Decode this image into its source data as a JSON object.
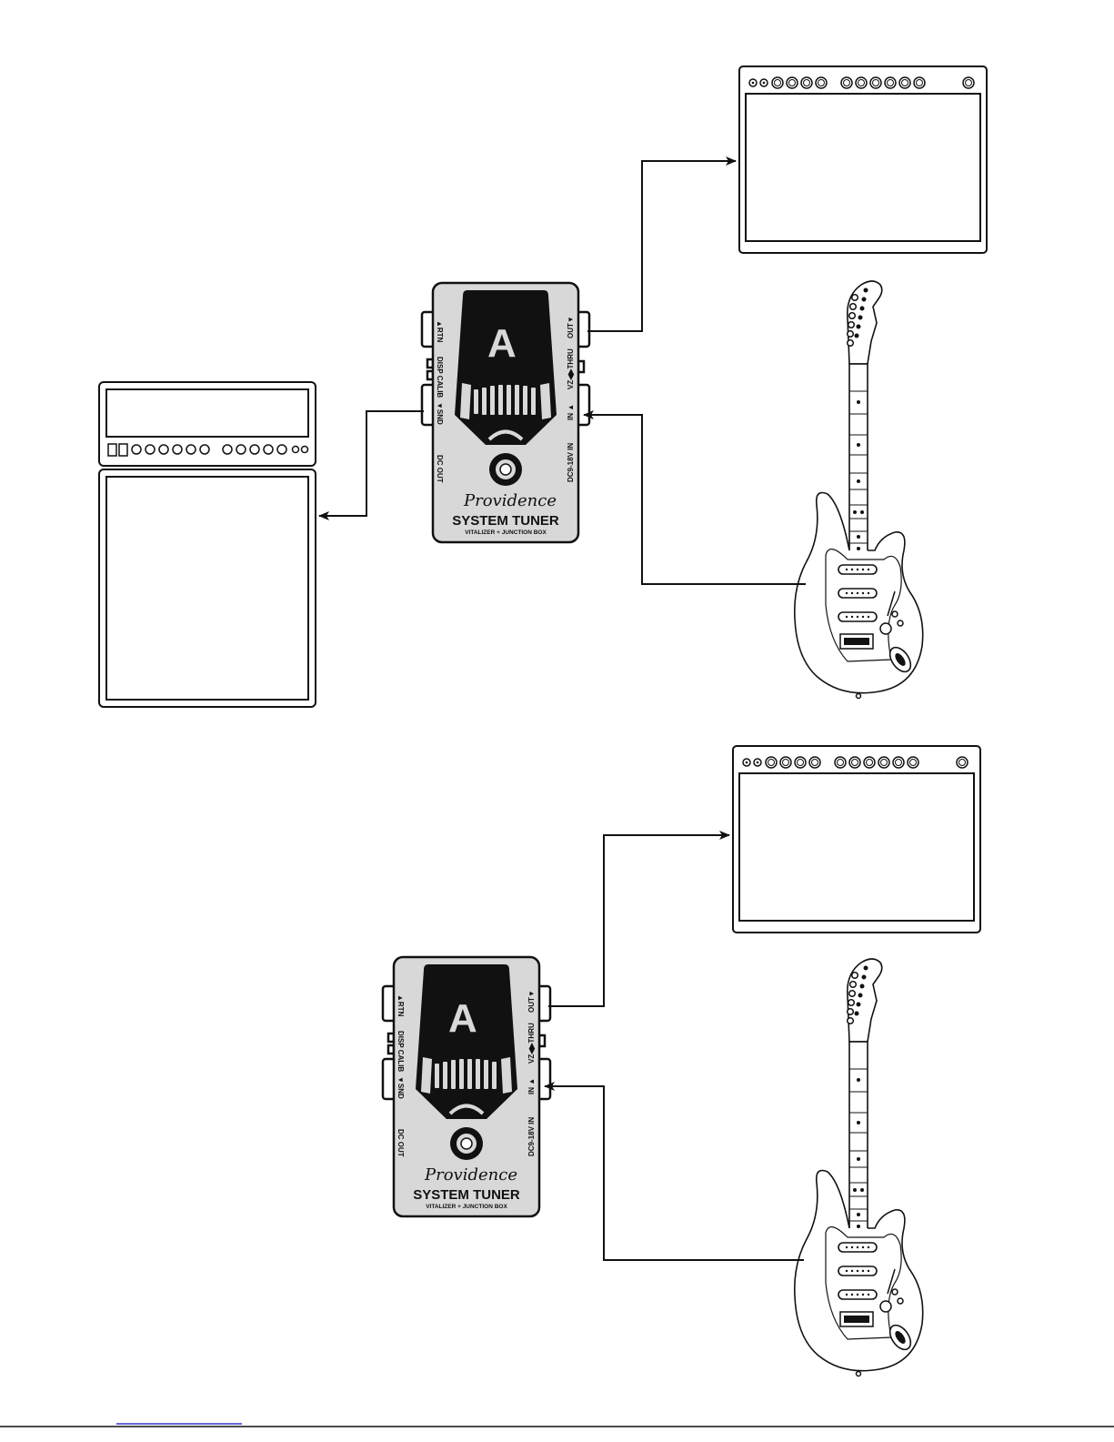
{
  "pedal": {
    "brand": "Providence",
    "model": "SYSTEM TUNER",
    "subtitle": "VITALIZER + JUNCTION BOX",
    "display_note": "A",
    "jack_labels": {
      "rtn": "▲RTN",
      "disp_calib": "DISP CALIB",
      "snd": "▼SND",
      "dc_out": "DC OUT",
      "out": "OUT▼",
      "vz_thru": "VZ◀▶THRU",
      "in": "IN ▲",
      "dc_in": "DC9-18V IN"
    }
  },
  "diagrams": [
    {
      "id": "setup-1",
      "description_visible": ""
    },
    {
      "id": "setup-2",
      "description_visible": ""
    }
  ],
  "colors": {
    "line": "#111111",
    "pedal_body": "#d8d8d8",
    "display": "#111111",
    "background": "#ffffff",
    "footer_link": "#3333cc"
  }
}
